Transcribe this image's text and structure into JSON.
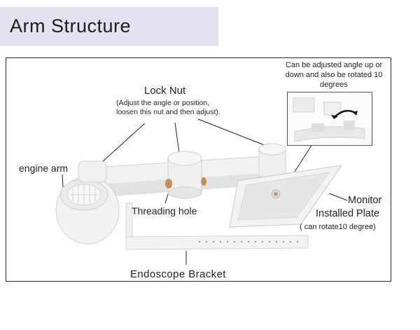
{
  "title": "Arm Structure",
  "labels": {
    "lock_nut_title": "Lock Nut",
    "lock_nut_desc_line1": "(Adjust the angle or position,",
    "lock_nut_desc_line2": "loosen this nut and then adjust).",
    "engine_arm": "engine arm",
    "threading_hole": "Threading hole",
    "monitor_line1": "Monitor",
    "monitor_line2": "Installed Plate",
    "monitor_note": "( can rotate10 degree)",
    "endoscope_bracket": "Endoscope Bracket",
    "adjust_note": "Can be adjusted angle up or down and also be rotated 10 degrees"
  },
  "colors": {
    "part_fill": "#f1f1f1",
    "part_shade": "#d9d9d9",
    "thread_hole": "#c98d4e",
    "title_band": "#e4e2ee"
  }
}
